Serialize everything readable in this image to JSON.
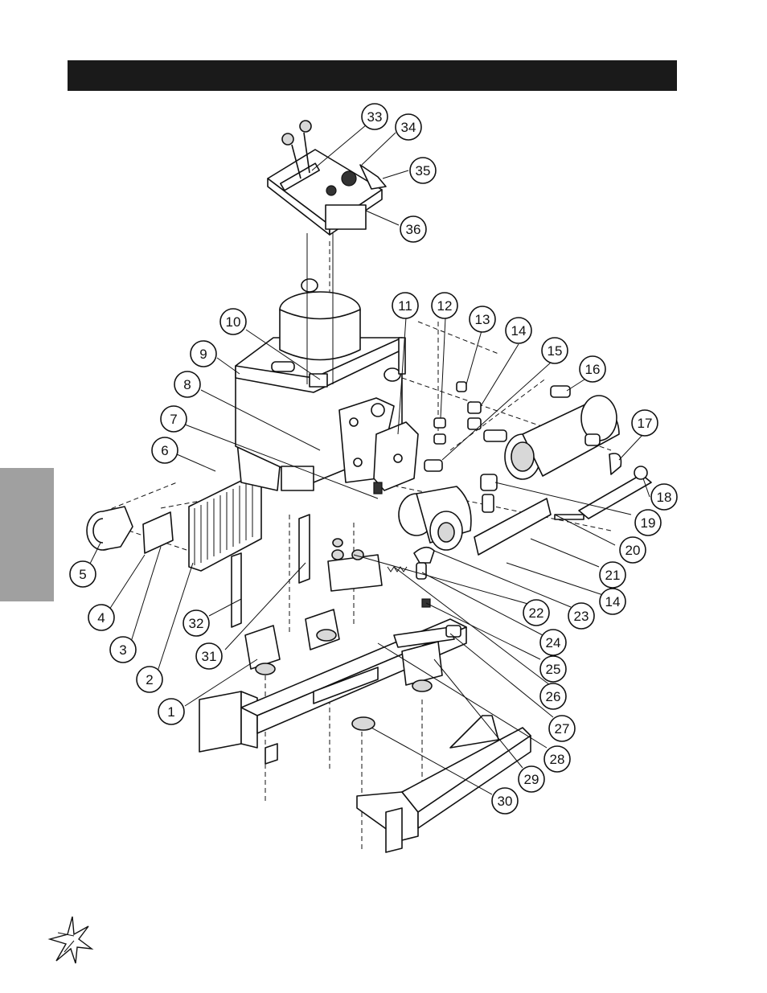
{
  "header": {
    "title": ""
  },
  "callouts": [
    {
      "n": "1"
    },
    {
      "n": "2"
    },
    {
      "n": "3"
    },
    {
      "n": "4"
    },
    {
      "n": "5"
    },
    {
      "n": "6"
    },
    {
      "n": "7"
    },
    {
      "n": "8"
    },
    {
      "n": "9"
    },
    {
      "n": "10"
    },
    {
      "n": "11"
    },
    {
      "n": "12"
    },
    {
      "n": "13"
    },
    {
      "n": "14"
    },
    {
      "n": "15"
    },
    {
      "n": "16"
    },
    {
      "n": "17"
    },
    {
      "n": "18"
    },
    {
      "n": "19"
    },
    {
      "n": "20"
    },
    {
      "n": "21"
    },
    {
      "n": "14"
    },
    {
      "n": "22"
    },
    {
      "n": "23"
    },
    {
      "n": "24"
    },
    {
      "n": "25"
    },
    {
      "n": "26"
    },
    {
      "n": "27"
    },
    {
      "n": "28"
    },
    {
      "n": "29"
    },
    {
      "n": "30"
    },
    {
      "n": "31"
    },
    {
      "n": "32"
    },
    {
      "n": "33"
    },
    {
      "n": "34"
    },
    {
      "n": "35"
    },
    {
      "n": "36"
    }
  ],
  "colors": {
    "header_bar": "#1a1a1a",
    "side_tab": "#a0a0a0"
  },
  "logo": {
    "icon": "star-logo-icon"
  }
}
